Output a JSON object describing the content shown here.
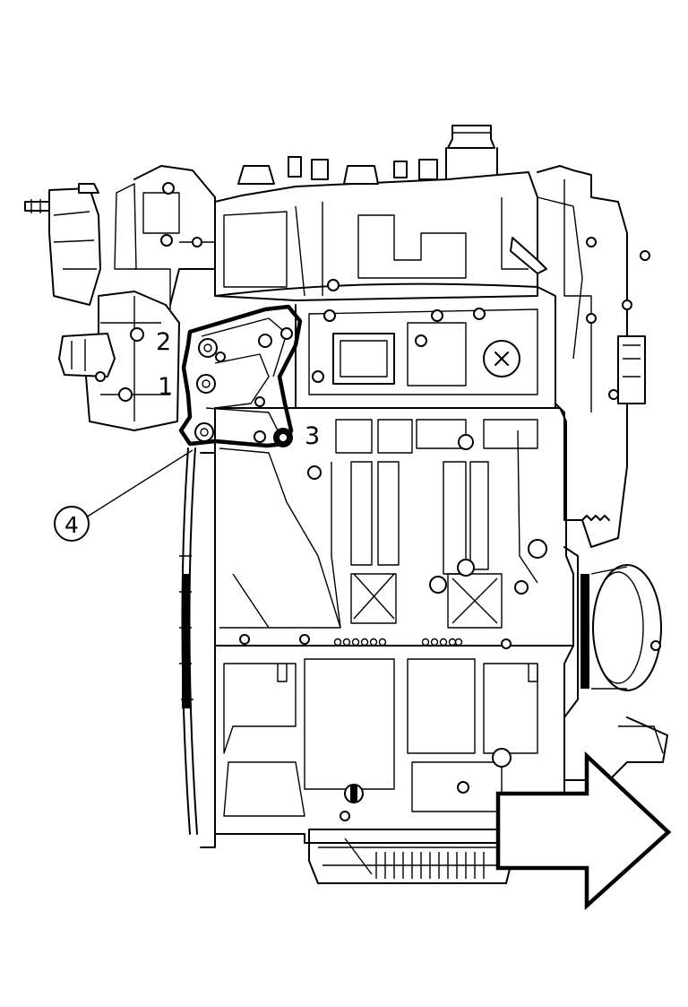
{
  "diagram": {
    "description_id": "engine-side-view",
    "callouts": {
      "bolt_1": "1",
      "bolt_2": "2",
      "bolt_3": "3",
      "bracket_4": "4"
    },
    "direction_arrow": "front"
  }
}
